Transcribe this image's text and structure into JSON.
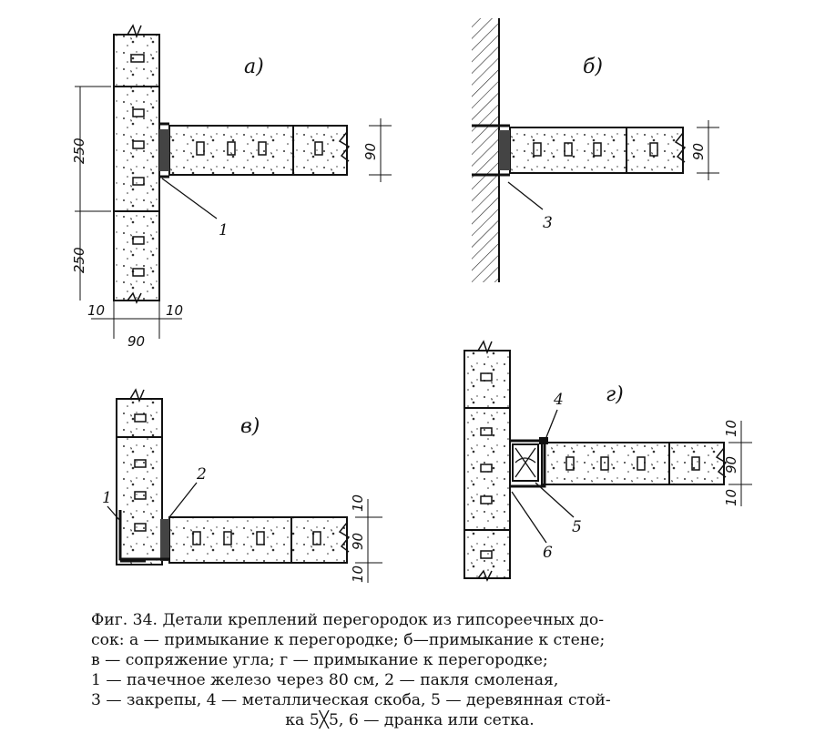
{
  "labels": {
    "a": "а)",
    "b": "б)",
    "v": "в)",
    "g": "г)"
  },
  "dims": {
    "d250": "250",
    "d90": "90",
    "d10": "10"
  },
  "callouts": {
    "c1": "1",
    "c2": "2",
    "c3": "3",
    "c4": "4",
    "c5": "5",
    "c6": "6"
  },
  "caption": {
    "line1": "Фиг. 34. Детали креплений перегородок из гипсореечных до-",
    "line2": "сок: а — примыкание к перегородке; б—примыкание к стене;",
    "line3": "в — сопряжение угла; г — примыкание к перегородке;",
    "line4": "1 — пачечное железо через 80 см, 2 — пакля смоленая,",
    "line5": "3 — закрепы, 4 — металлическая скоба, 5 — деревянная стой-",
    "line6": "ка 5╳5, 6 — дранка или сетка."
  },
  "colors": {
    "ink": "#111111",
    "paper": "#ffffff"
  }
}
